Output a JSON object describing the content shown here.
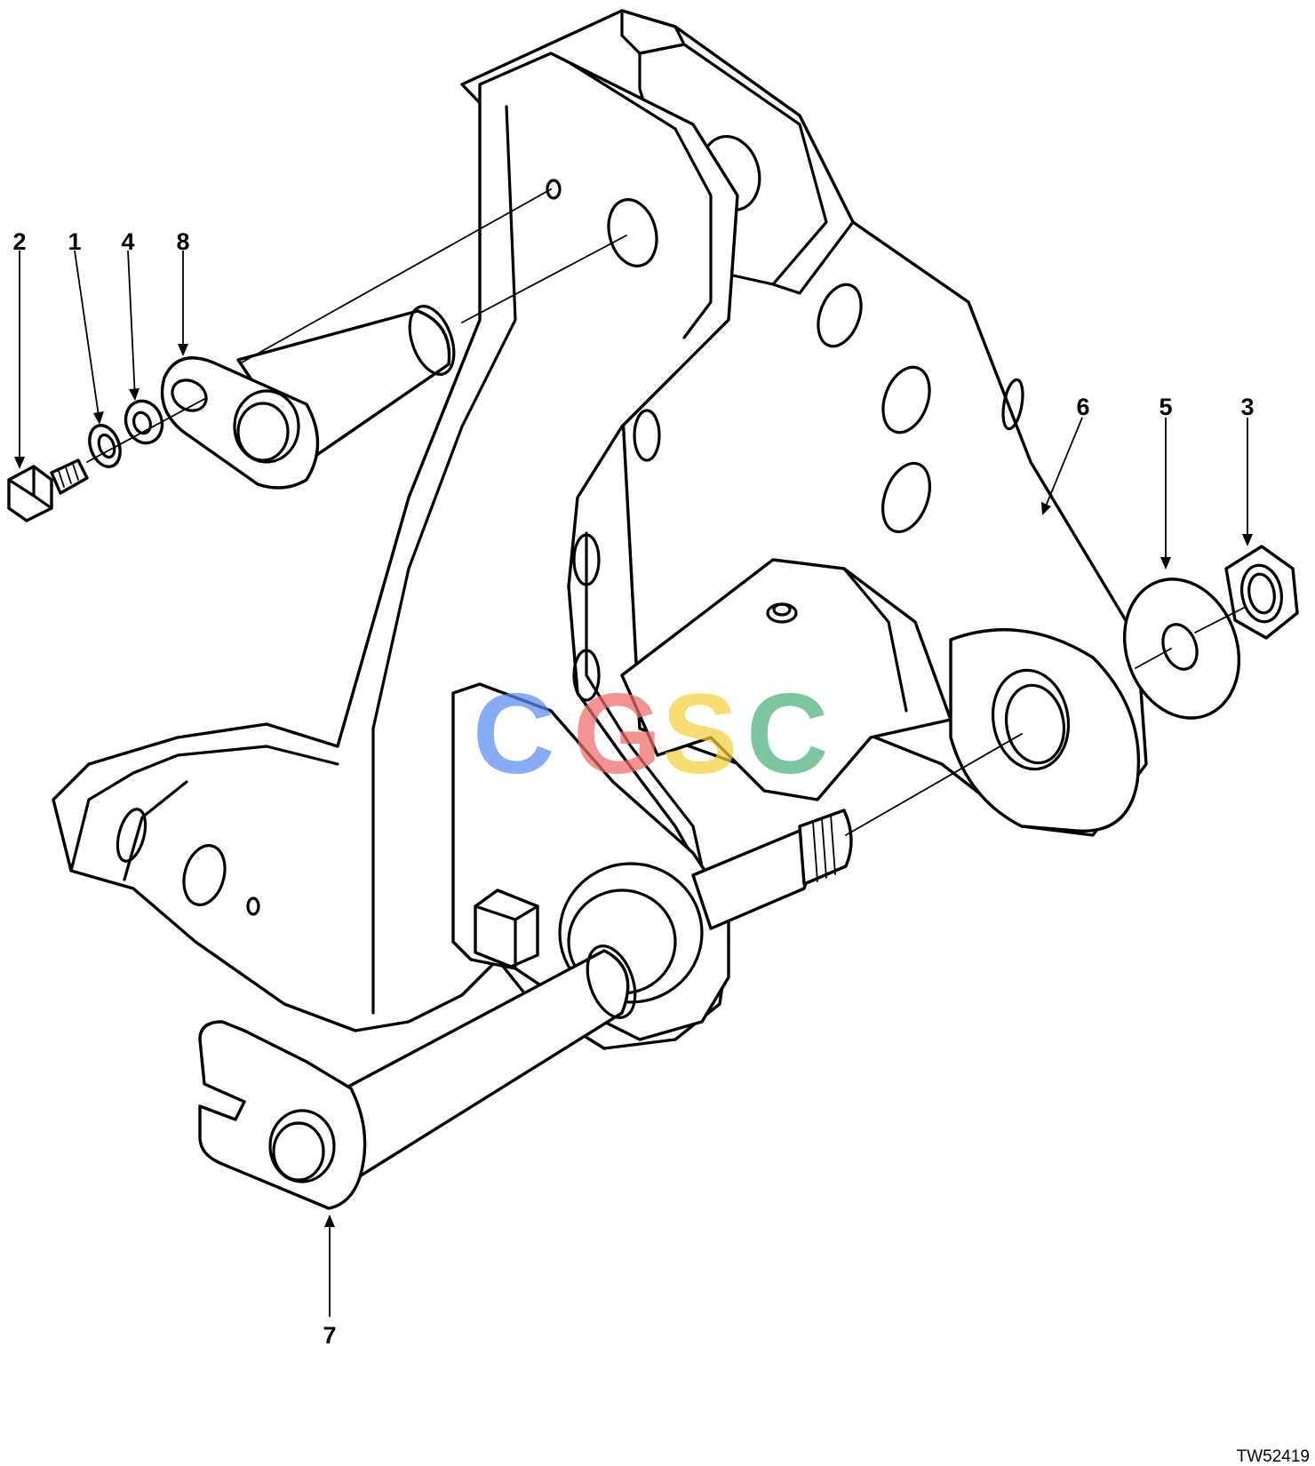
{
  "figure_id": "TW52419",
  "callouts": [
    {
      "label": "2"
    },
    {
      "label": "1"
    },
    {
      "label": "4"
    },
    {
      "label": "8"
    },
    {
      "label": "6"
    },
    {
      "label": "5"
    },
    {
      "label": "3"
    },
    {
      "label": "7"
    }
  ],
  "watermark": {
    "letters": [
      "C",
      "G",
      "S",
      "C"
    ],
    "colors": [
      "#5b8def",
      "#ef6c6c",
      "#f4cf3c",
      "#4caf78"
    ]
  }
}
